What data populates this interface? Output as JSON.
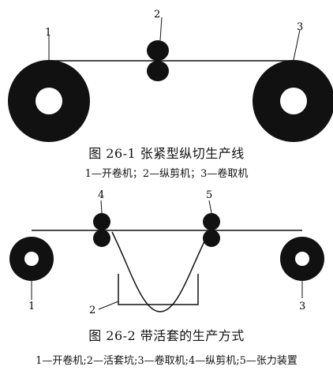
{
  "figure1": {
    "labels": {
      "uncoiler": "1",
      "slitter": "2",
      "recoiler": "3"
    },
    "title": "图 26-1   张紧型纵切生产线",
    "legend": "1—开卷机；2—纵剪机；3—卷取机"
  },
  "figure2": {
    "labels": {
      "uncoiler": "1",
      "loop_pit": "2",
      "recoiler": "3",
      "slitter": "4",
      "tension_device": "5"
    },
    "title": "图 26-2   带活套的生产方式",
    "legend": "1—开卷机;2—活套坑;3—卷取机;4—纵剪机;5—张力装置"
  },
  "colors": {
    "ink": "#111111",
    "paper": "#ffffff"
  }
}
